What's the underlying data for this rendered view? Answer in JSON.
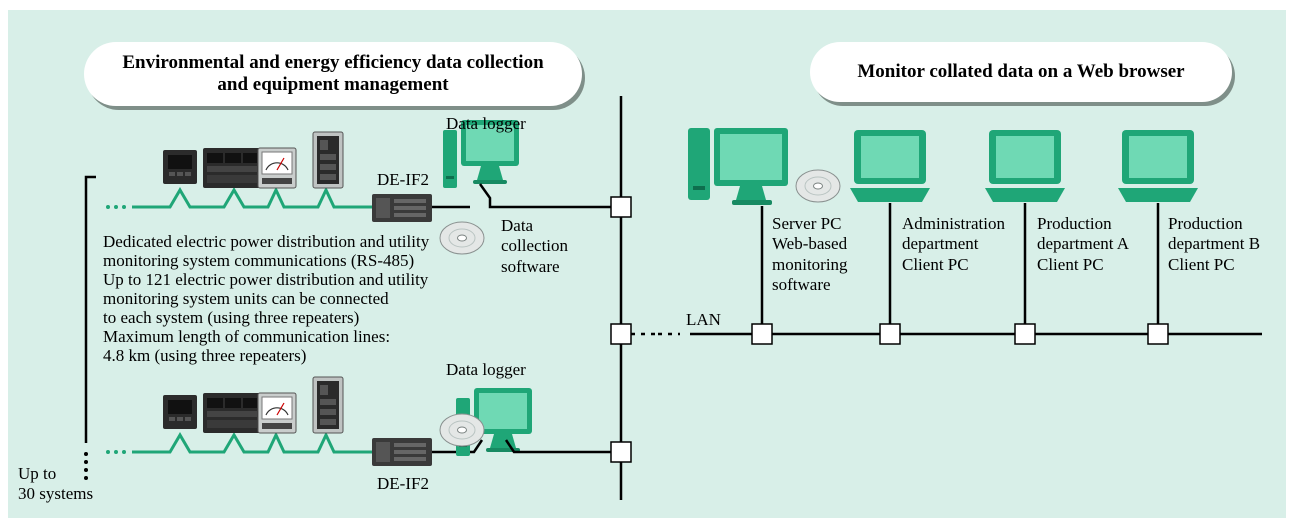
{
  "titles": {
    "left_line1": "Environmental and energy efficiency data collection",
    "left_line2": "and equipment management",
    "right": "Monitor collated data on a Web browser"
  },
  "left": {
    "data_logger_top": "Data logger",
    "data_logger_bottom": "Data logger",
    "de_if2_top": "DE-IF2",
    "de_if2_bottom": "DE-IF2",
    "software_lines": [
      "Data",
      "collection",
      "software"
    ],
    "notes": [
      "Dedicated electric power distribution and utility",
      "monitoring system communications (RS-485)",
      "Up to 121 electric power distribution and utility",
      "monitoring system units can be connected",
      "to each system (using three repeaters)",
      "Maximum length of communication lines:",
      "4.8 km (using three repeaters)"
    ],
    "systems_lines": [
      "Up to",
      "30 systems"
    ]
  },
  "lan_label": "LAN",
  "pcs": [
    {
      "lines": [
        "Server PC",
        "Web-based",
        "monitoring",
        "software"
      ]
    },
    {
      "lines": [
        "Administration",
        "department",
        "Client PC"
      ]
    },
    {
      "lines": [
        "Production",
        "department A",
        "Client PC"
      ]
    },
    {
      "lines": [
        "Production",
        "department B",
        "Client PC"
      ]
    }
  ],
  "colors": {
    "background": "#d8efe8",
    "green": "#1fa677",
    "green_light": "#3cc38f",
    "screen": "#6fd9b4",
    "device_dark": "#2b2b2b"
  },
  "icons": [
    "meter-icon",
    "converter-icon",
    "desktop-pc-icon",
    "laptop-icon",
    "cd-disc-icon"
  ]
}
